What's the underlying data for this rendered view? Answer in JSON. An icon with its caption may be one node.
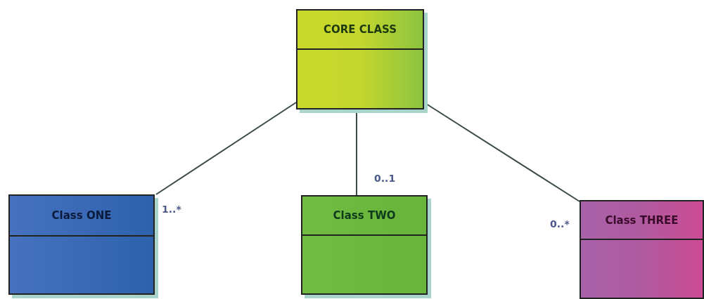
{
  "diagram": {
    "nodes": [
      {
        "text": [
          "CORE CLASS"
        ]
      },
      {
        "text": [
          "Class ONE"
        ]
      },
      {
        "text": [
          "Class TWO"
        ]
      },
      {
        "text": [
          "Class THREE"
        ]
      }
    ],
    "edges": [
      {
        "from": 0,
        "to": 1,
        "arrow": "none",
        "label": "1..*"
      },
      {
        "from": 0,
        "to": 2,
        "arrow": "none",
        "label": "0..1"
      },
      {
        "from": 0,
        "to": 3,
        "arrow": "none",
        "label": "0..*"
      }
    ]
  }
}
